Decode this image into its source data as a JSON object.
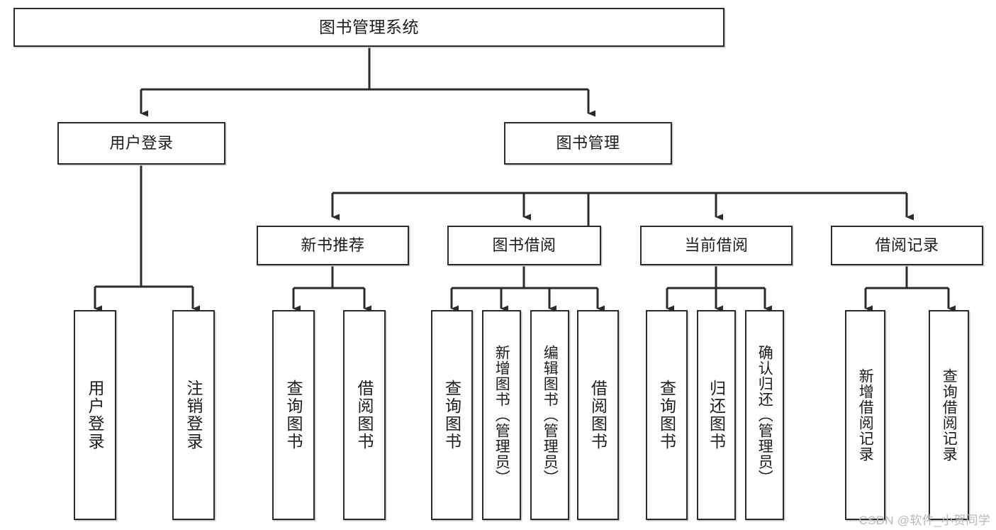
{
  "diagram": {
    "title": "图书管理系统",
    "type": "tree",
    "watermark": "CSDN @软件_小贺同学",
    "colors": {
      "box_border": "#2b2b2b",
      "box_fill": "#ffffff",
      "connector": "#2b2b2b",
      "text": "#1c1c1c",
      "watermark": "#b9b9b9",
      "background": "#ffffff"
    },
    "nodes": {
      "root": {
        "label": "图书管理系统"
      },
      "level2": [
        {
          "label": "用户登录"
        },
        {
          "label": "图书管理"
        }
      ],
      "level3": [
        {
          "label": "新书推荐"
        },
        {
          "label": "图书借阅"
        },
        {
          "label": "当前借阅"
        },
        {
          "label": "借阅记录"
        }
      ],
      "leaves": {
        "user_login": [
          {
            "label": "用户登录"
          },
          {
            "label": "注销登录"
          }
        ],
        "new_book": [
          {
            "label": "查询图书"
          },
          {
            "label": "借阅图书"
          }
        ],
        "book_borrow": [
          {
            "label": "查询图书"
          },
          {
            "label": "新增图书（管理员）"
          },
          {
            "label": "编辑图书（管理员）"
          },
          {
            "label": "借阅图书"
          }
        ],
        "current_borrow": [
          {
            "label": "查询图书"
          },
          {
            "label": "归还图书"
          },
          {
            "label": "确认归还（管理员）"
          }
        ],
        "borrow_record": [
          {
            "label": "新增借阅记录"
          },
          {
            "label": "查询借阅记录"
          }
        ]
      }
    }
  }
}
